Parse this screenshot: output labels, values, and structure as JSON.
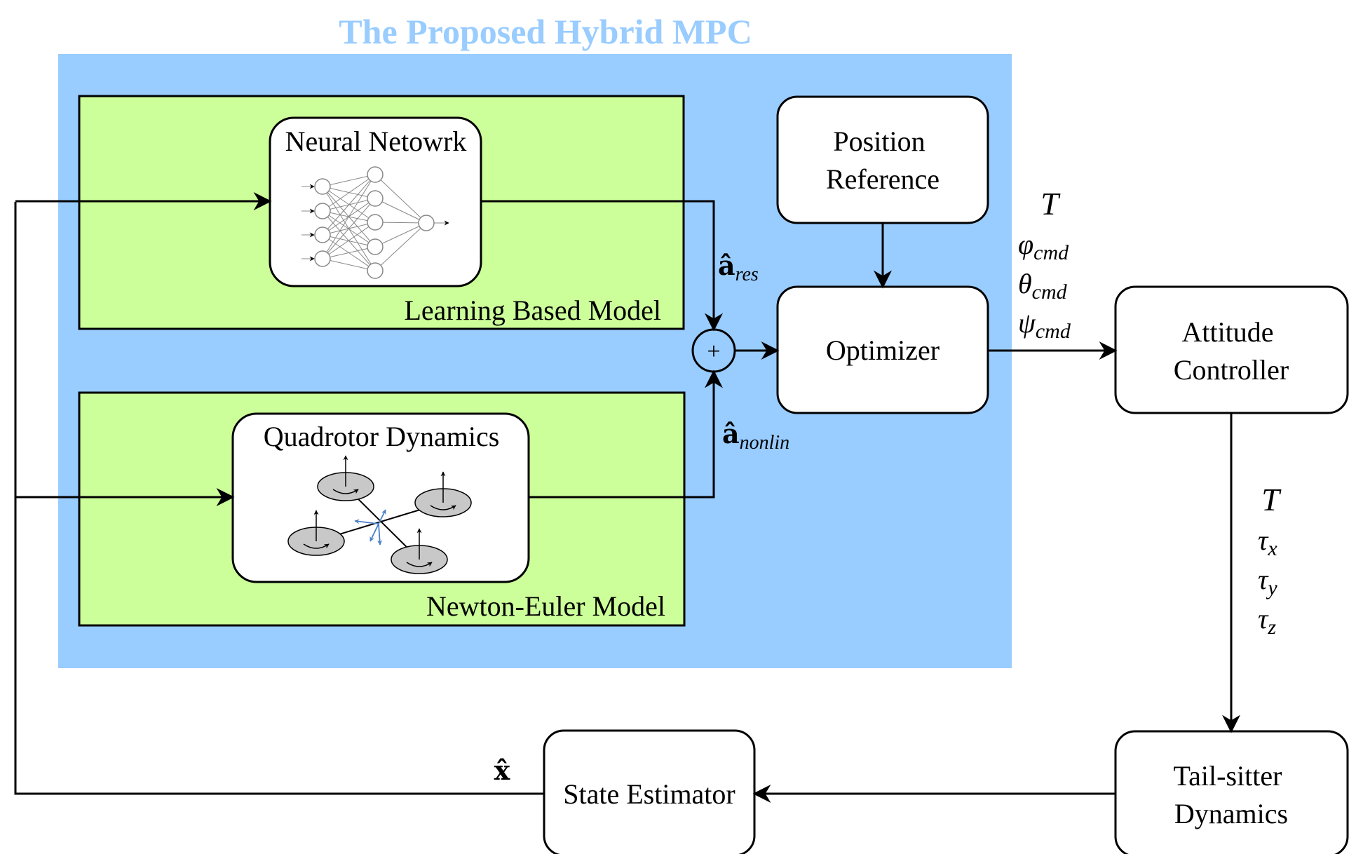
{
  "title": "The Proposed Hybrid MPC",
  "colors": {
    "mpc_region": "#99ccff",
    "title": "#99ccff",
    "model_region": "#ccff99",
    "box_fill": "#ffffff",
    "line": "#000000",
    "nn_node": "#888888",
    "rotor": "#c8c8c8",
    "frame_axes": "#4a7fc8"
  },
  "regions": {
    "learning_label": "Learning Based Model",
    "newton_label": "Newton-Euler Model"
  },
  "blocks": {
    "neural_network": "Neural Netowrk",
    "quadrotor_dynamics": "Quadrotor Dynamics",
    "position_reference": [
      "Position",
      "Reference"
    ],
    "optimizer": "Optimizer",
    "attitude_controller": [
      "Attitude",
      "Controller"
    ],
    "tail_sitter": [
      "Tail-sitter",
      "Dynamics"
    ],
    "state_estimator": "State Estimator"
  },
  "sum_symbol": "+",
  "signals": {
    "a_res": {
      "base": "â",
      "sub": "res"
    },
    "a_nonlin": {
      "base": "â",
      "sub": "nonlin"
    },
    "x_hat": "x̂",
    "optimizer_out": [
      {
        "base": "T",
        "sub": ""
      },
      {
        "base": "φ",
        "sub": "cmd"
      },
      {
        "base": "θ",
        "sub": "cmd"
      },
      {
        "base": "ψ",
        "sub": "cmd"
      }
    ],
    "controller_out": [
      {
        "base": "T",
        "sub": ""
      },
      {
        "base": "τ",
        "sub": "x"
      },
      {
        "base": "τ",
        "sub": "y"
      },
      {
        "base": "τ",
        "sub": "z"
      }
    ]
  },
  "icons": {
    "neural_network_icon": "neural-network-icon",
    "quadrotor_icon": "quadrotor-icon"
  }
}
